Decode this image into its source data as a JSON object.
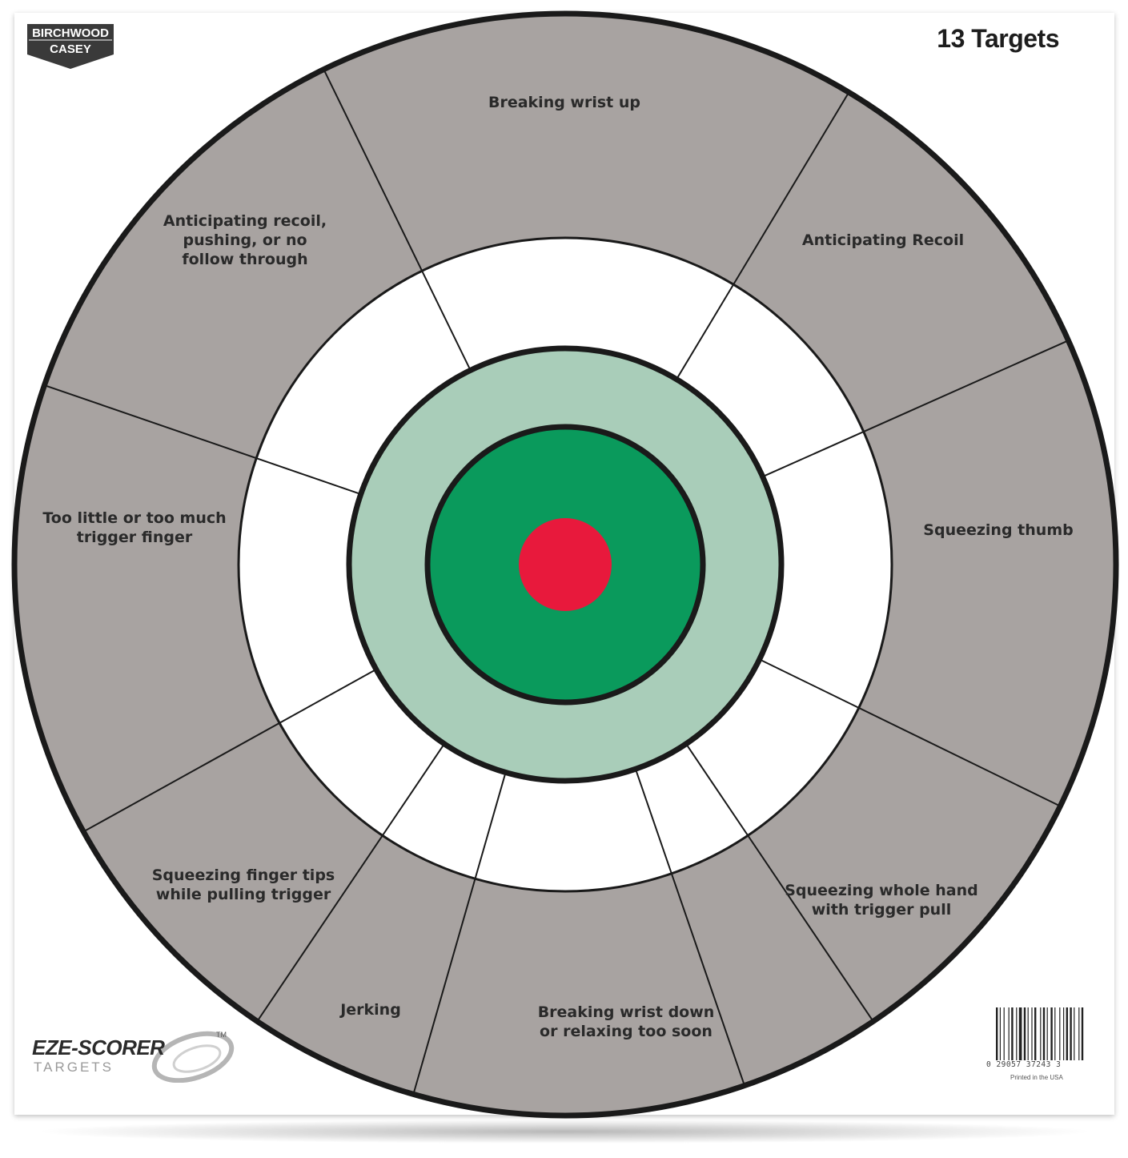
{
  "header": {
    "brand_line1": "BIRCHWOOD",
    "brand_line2": "CASEY",
    "target_count": "13 Targets"
  },
  "target": {
    "outer_ring_color": "#a8a3a1",
    "middle_ring_color": "#ffffff",
    "light_green_ring_color": "#a9cdb9",
    "dark_green_ring_color": "#0a9a5c",
    "bullseye_color": "#e8193c",
    "outline_color": "#1a1a1a",
    "segments": [
      {
        "label_lines": [
          "Breaking wrist up"
        ]
      },
      {
        "label_lines": [
          "Anticipating Recoil"
        ]
      },
      {
        "label_lines": [
          "Squeezing thumb"
        ]
      },
      {
        "label_lines": [
          "Squeezing whole hand",
          "with trigger pull"
        ]
      },
      {
        "label_lines": [
          "Breaking wrist down",
          "or relaxing too soon"
        ]
      },
      {
        "label_lines": [
          "Jerking"
        ]
      },
      {
        "label_lines": [
          "Squeezing finger tips",
          "while pulling trigger"
        ]
      },
      {
        "label_lines": [
          "Too little or too much",
          "trigger finger"
        ]
      },
      {
        "label_lines": [
          "Anticipating recoil,",
          "pushing, or no",
          "follow through"
        ]
      }
    ]
  },
  "footer": {
    "logo_main": "EZE-SCORER",
    "logo_sub": "TARGETS",
    "logo_tm": "TM",
    "barcode_number": "0  29057  37243  3",
    "printed": "Printed in the USA"
  }
}
